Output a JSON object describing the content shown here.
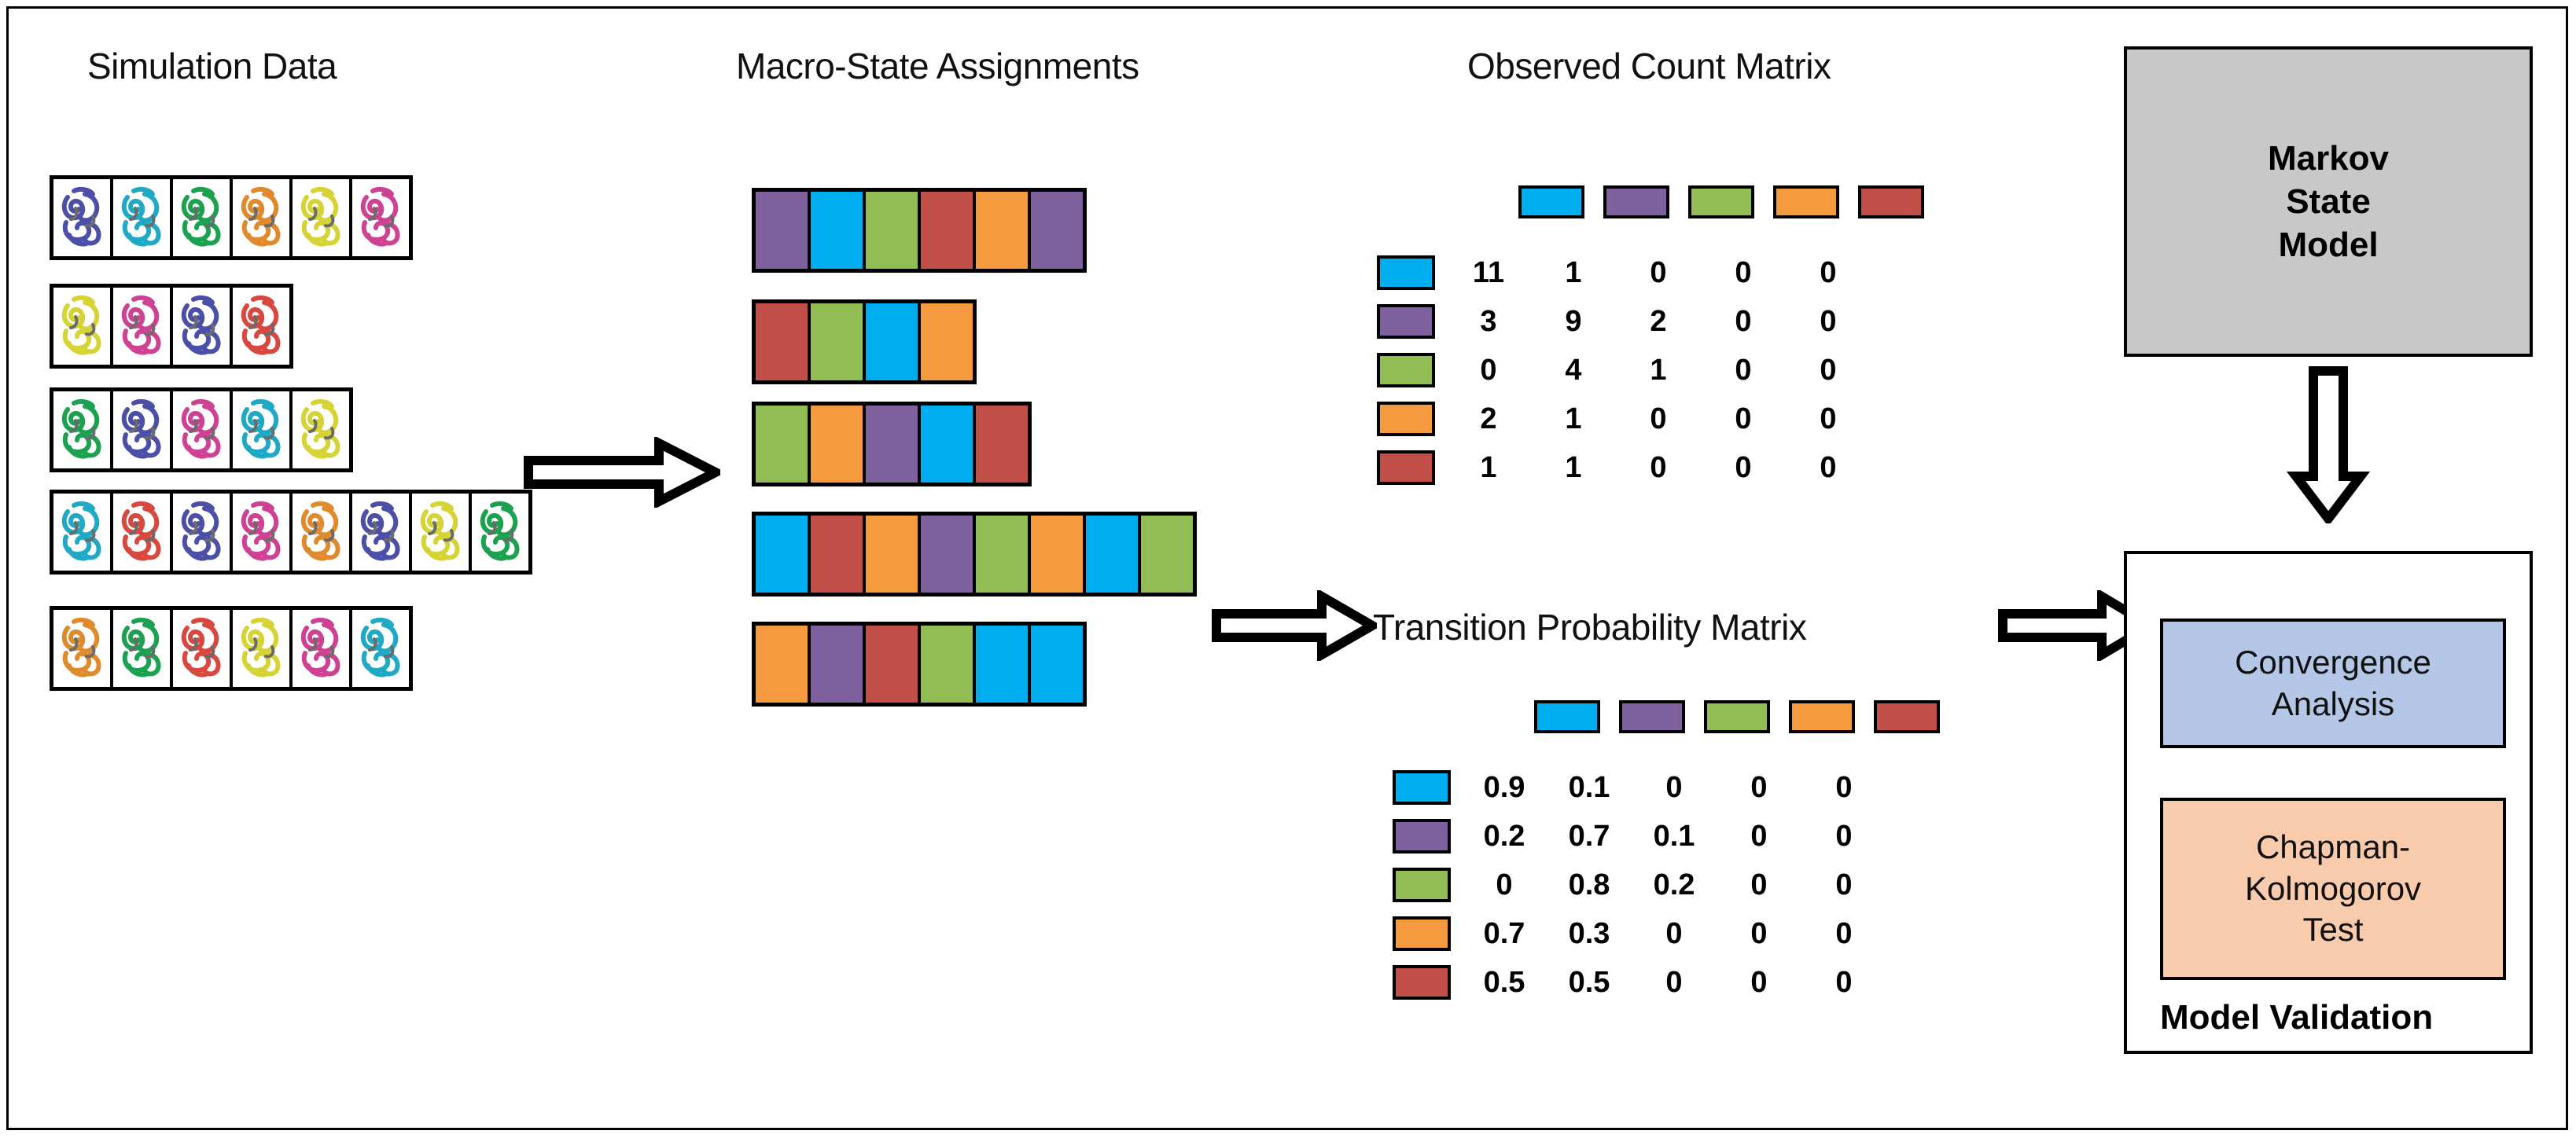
{
  "palette": {
    "blue": "#00AEEF",
    "purple": "#7E619E",
    "green": "#92BD54",
    "orange": "#F59A3E",
    "red": "#C24F48",
    "msm_gray": "#C8C8C8",
    "convergence_blue": "#B4C7E7",
    "ck_peach": "#F8CBAD",
    "outline": "#000000"
  },
  "titles": {
    "simulation_data": "Simulation Data",
    "macro_state_assignments": "Macro-State Assignments",
    "observed_count_matrix": "Observed Count Matrix",
    "transition_probability_matrix": "Transition Probability Matrix"
  },
  "simulation": {
    "trajectories": [
      {
        "frames": [
          "#4B4FA8",
          "#1FA9C4",
          "#1BA14F",
          "#E08A2E",
          "#D6D335",
          "#CE4193"
        ]
      },
      {
        "frames": [
          "#D6D335",
          "#CE4193",
          "#4B4FA8",
          "#D9483F"
        ]
      },
      {
        "frames": [
          "#1BA14F",
          "#4B4FA8",
          "#CE4193",
          "#1FA9C4",
          "#D6D335"
        ]
      },
      {
        "frames": [
          "#1FA9C4",
          "#D9483F",
          "#4B4FA8",
          "#CE4193",
          "#E08A2E",
          "#4B4FA8",
          "#D6D335",
          "#1BA14F"
        ]
      },
      {
        "frames": [
          "#E08A2E",
          "#1BA14F",
          "#D9483F",
          "#D6D335",
          "#CE4193",
          "#1FA9C4"
        ]
      }
    ]
  },
  "macro_states": {
    "legend": [
      "blue",
      "purple",
      "green",
      "orange",
      "red"
    ],
    "rows": [
      [
        "purple",
        "blue",
        "green",
        "red",
        "orange",
        "purple"
      ],
      [
        "red",
        "green",
        "blue",
        "orange"
      ],
      [
        "green",
        "orange",
        "purple",
        "blue",
        "red"
      ],
      [
        "blue",
        "red",
        "orange",
        "purple",
        "green",
        "orange",
        "blue",
        "green"
      ],
      [
        "orange",
        "purple",
        "red",
        "green",
        "blue",
        "blue"
      ]
    ]
  },
  "chart_data": [
    {
      "type": "heatmap",
      "title": "Observed Count Matrix",
      "row_labels": [
        "blue",
        "purple",
        "green",
        "orange",
        "red"
      ],
      "col_labels": [
        "blue",
        "purple",
        "green",
        "orange",
        "red"
      ],
      "values": [
        [
          "11",
          "1",
          "0",
          "0",
          "0"
        ],
        [
          "3",
          "9",
          "2",
          "0",
          "0"
        ],
        [
          "0",
          "4",
          "1",
          "0",
          "0"
        ],
        [
          "2",
          "1",
          "0",
          "0",
          "0"
        ],
        [
          "1",
          "1",
          "0",
          "0",
          "0"
        ]
      ]
    },
    {
      "type": "heatmap",
      "title": "Transition Probability Matrix",
      "row_labels": [
        "blue",
        "purple",
        "green",
        "orange",
        "red"
      ],
      "col_labels": [
        "blue",
        "purple",
        "green",
        "orange",
        "red"
      ],
      "values": [
        [
          "0.9",
          "0.1",
          "0",
          "0",
          "0"
        ],
        [
          "0.2",
          "0.7",
          "0.1",
          "0",
          "0"
        ],
        [
          "0",
          "0.8",
          "0.2",
          "0",
          "0"
        ],
        [
          "0.7",
          "0.3",
          "0",
          "0",
          "0"
        ],
        [
          "0.5",
          "0.5",
          "0",
          "0",
          "0"
        ]
      ]
    }
  ],
  "markov_state_model": {
    "line1": "Markov",
    "line2": "State",
    "line3": "Model"
  },
  "model_validation": {
    "convergence_line1": "Convergence",
    "convergence_line2": "Analysis",
    "ck_line1": "Chapman-",
    "ck_line2": "Kolmogorov",
    "ck_line3": "Test",
    "label": "Model Validation"
  }
}
